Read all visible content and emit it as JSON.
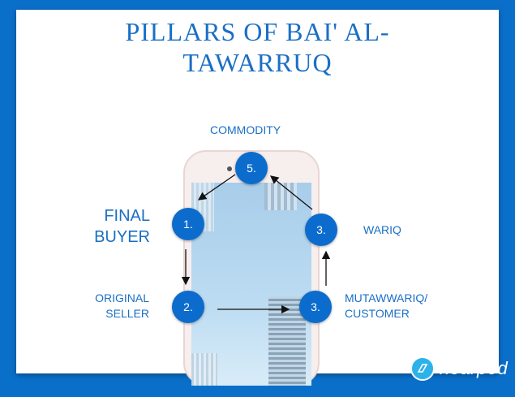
{
  "title": {
    "line1": "PILLARS OF BAI' AL-",
    "line2": "TAWARRUQ"
  },
  "labels": {
    "commodity": "COMMODITY",
    "final_buyer_1": "FINAL",
    "final_buyer_2": "BUYER",
    "wariq": "WARIQ",
    "original_seller_1": "ORIGINAL",
    "original_seller_2": "SELLER",
    "mutawwariq_1": "MUTAWWARIQ/",
    "mutawwariq_2": "CUSTOMER"
  },
  "nodes": {
    "top": "5.",
    "left_upper": "1.",
    "right_upper": "3.",
    "left_lower": "2.",
    "right_lower": "3."
  },
  "logo": {
    "text": "nearpod"
  },
  "colors": {
    "primary": "#1a6fc5",
    "node": "#0c6ccd",
    "background": "#0a6fc9",
    "logo": "#2bb2ea"
  }
}
